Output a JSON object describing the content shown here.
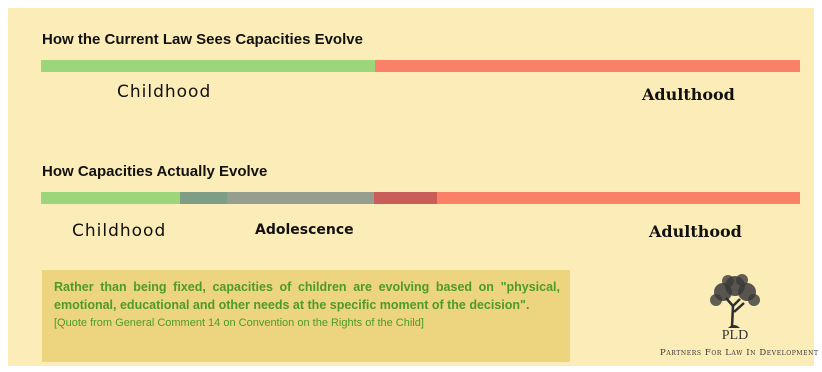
{
  "section1": {
    "title": "How the Current Law Sees Capacities Evolve",
    "label_childhood": "Childhood",
    "label_adulthood": "Adulthood",
    "segments": [
      {
        "share": 0.44,
        "color": "#9bd67a"
      },
      {
        "share": 0.56,
        "color": "#fa8068"
      }
    ]
  },
  "section2": {
    "title": "How Capacities Actually Evolve",
    "label_childhood": "Childhood",
    "label_adolescence": "Adolescence",
    "label_adulthood": "Adulthood",
    "segments": [
      {
        "share": 0.183,
        "color": "#9bd67a"
      },
      {
        "share": 0.062,
        "color": "#7d9e85"
      },
      {
        "share": 0.194,
        "color": "#959e8f"
      },
      {
        "share": 0.083,
        "color": "#c95e58"
      },
      {
        "share": 0.478,
        "color": "#fa8068"
      }
    ]
  },
  "quote": {
    "text": "Rather than being fixed, capacities of children are evolving based on \"physical, emotional, educational and other needs at the specific moment of the decision\".",
    "citation": "[Quote from General Comment 14 on Convention on the Rights of the Child]"
  },
  "logo": {
    "abbr": "PLD",
    "name": "Partners For Law In Development",
    "icon": "tree-icon"
  },
  "colors": {
    "background": "#fcedb8",
    "quote_box": "#ecd57e",
    "quote_text": "#4e9a2a"
  }
}
